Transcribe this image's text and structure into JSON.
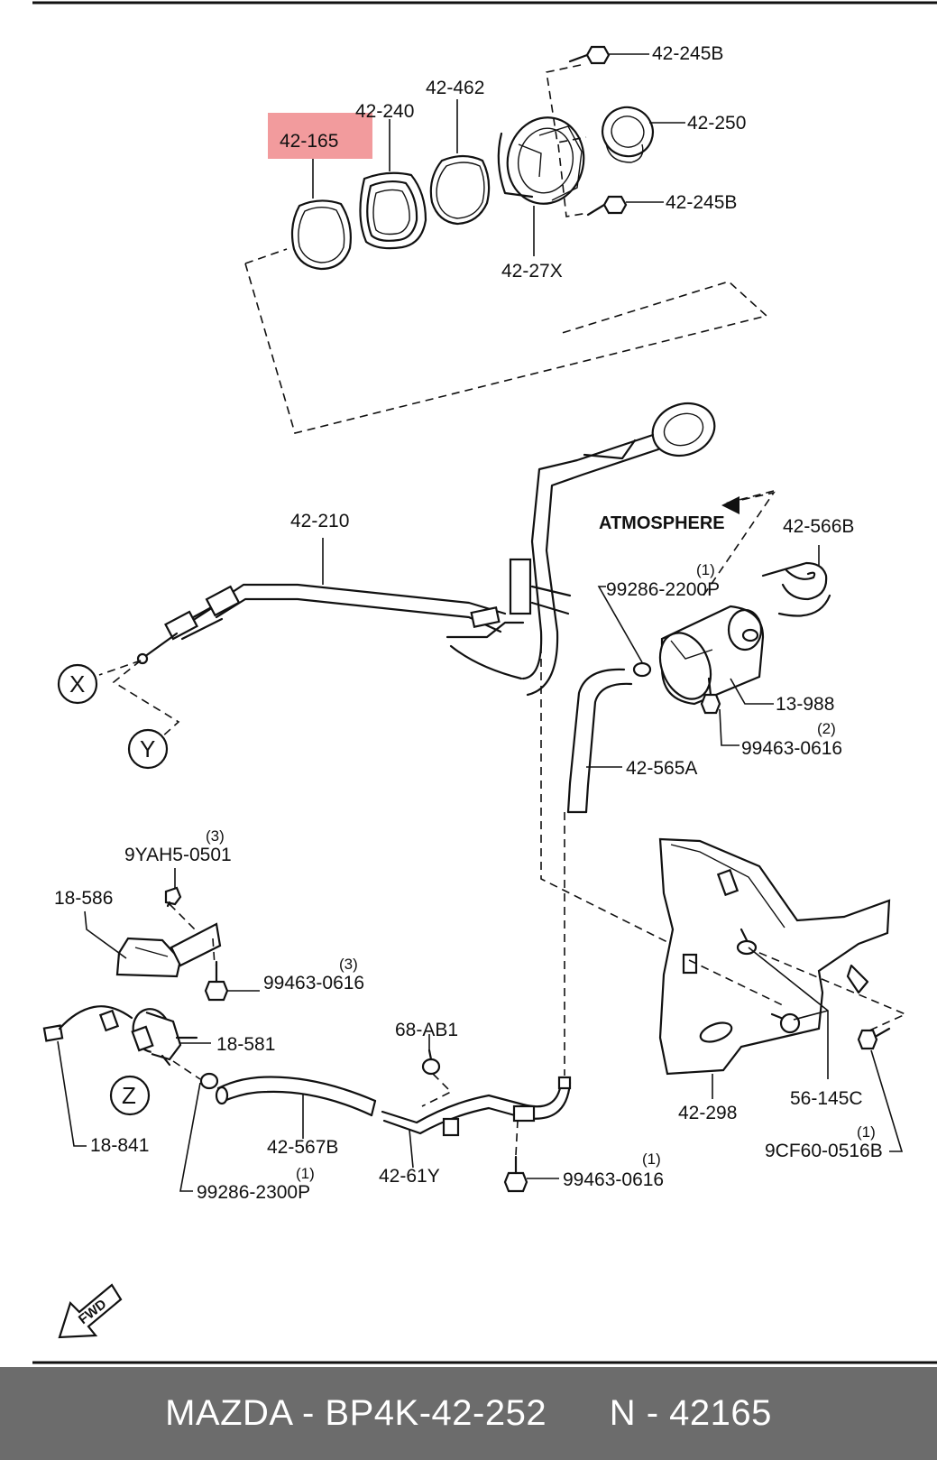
{
  "labels": {
    "l_42_165": "42-165",
    "l_42_240": "42-240",
    "l_42_462": "42-462",
    "l_42_245B_top": "42-245B",
    "l_42_250": "42-250",
    "l_42_245B_bot": "42-245B",
    "l_42_27X": "42-27X",
    "l_42_210": "42-210",
    "atmosphere": "ATMOSPHERE",
    "l_42_566B": "42-566B",
    "l_99286_2200P": "99286-2200P",
    "q_99286_2200P": "(1)",
    "l_13_988": "13-988",
    "l_99463_0616_a": "99463-0616",
    "q_99463_0616_a": "(2)",
    "l_42_565A": "42-565A",
    "l_9YAH5_0501": "9YAH5-0501",
    "q_9YAH5_0501": "(3)",
    "l_18_586": "18-586",
    "l_99463_0616_b": "99463-0616",
    "q_99463_0616_b": "(3)",
    "l_18_581": "18-581",
    "l_18_841": "18-841",
    "l_68_AB1": "68-AB1",
    "l_42_567B": "42-567B",
    "l_42_61Y": "42-61Y",
    "l_99286_2300P": "99286-2300P",
    "q_99286_2300P": "(1)",
    "l_99463_0616_c": "99463-0616",
    "q_99463_0616_c": "(1)",
    "l_42_298": "42-298",
    "l_56_145C": "56-145C",
    "l_9CF60_0516B": "9CF60-0516B",
    "q_9CF60_0516B": "(1)",
    "circle_x": "X",
    "circle_y": "Y",
    "circle_z": "Z",
    "fwd": "FWD"
  },
  "highlight": {
    "label": "42-165",
    "color": "#f08a8c"
  },
  "footer": {
    "brand_part": "MAZDA - BP4K-42-252",
    "ref": "N - 42165",
    "background": "#6c6c6c",
    "text_color": "#ffffff"
  }
}
